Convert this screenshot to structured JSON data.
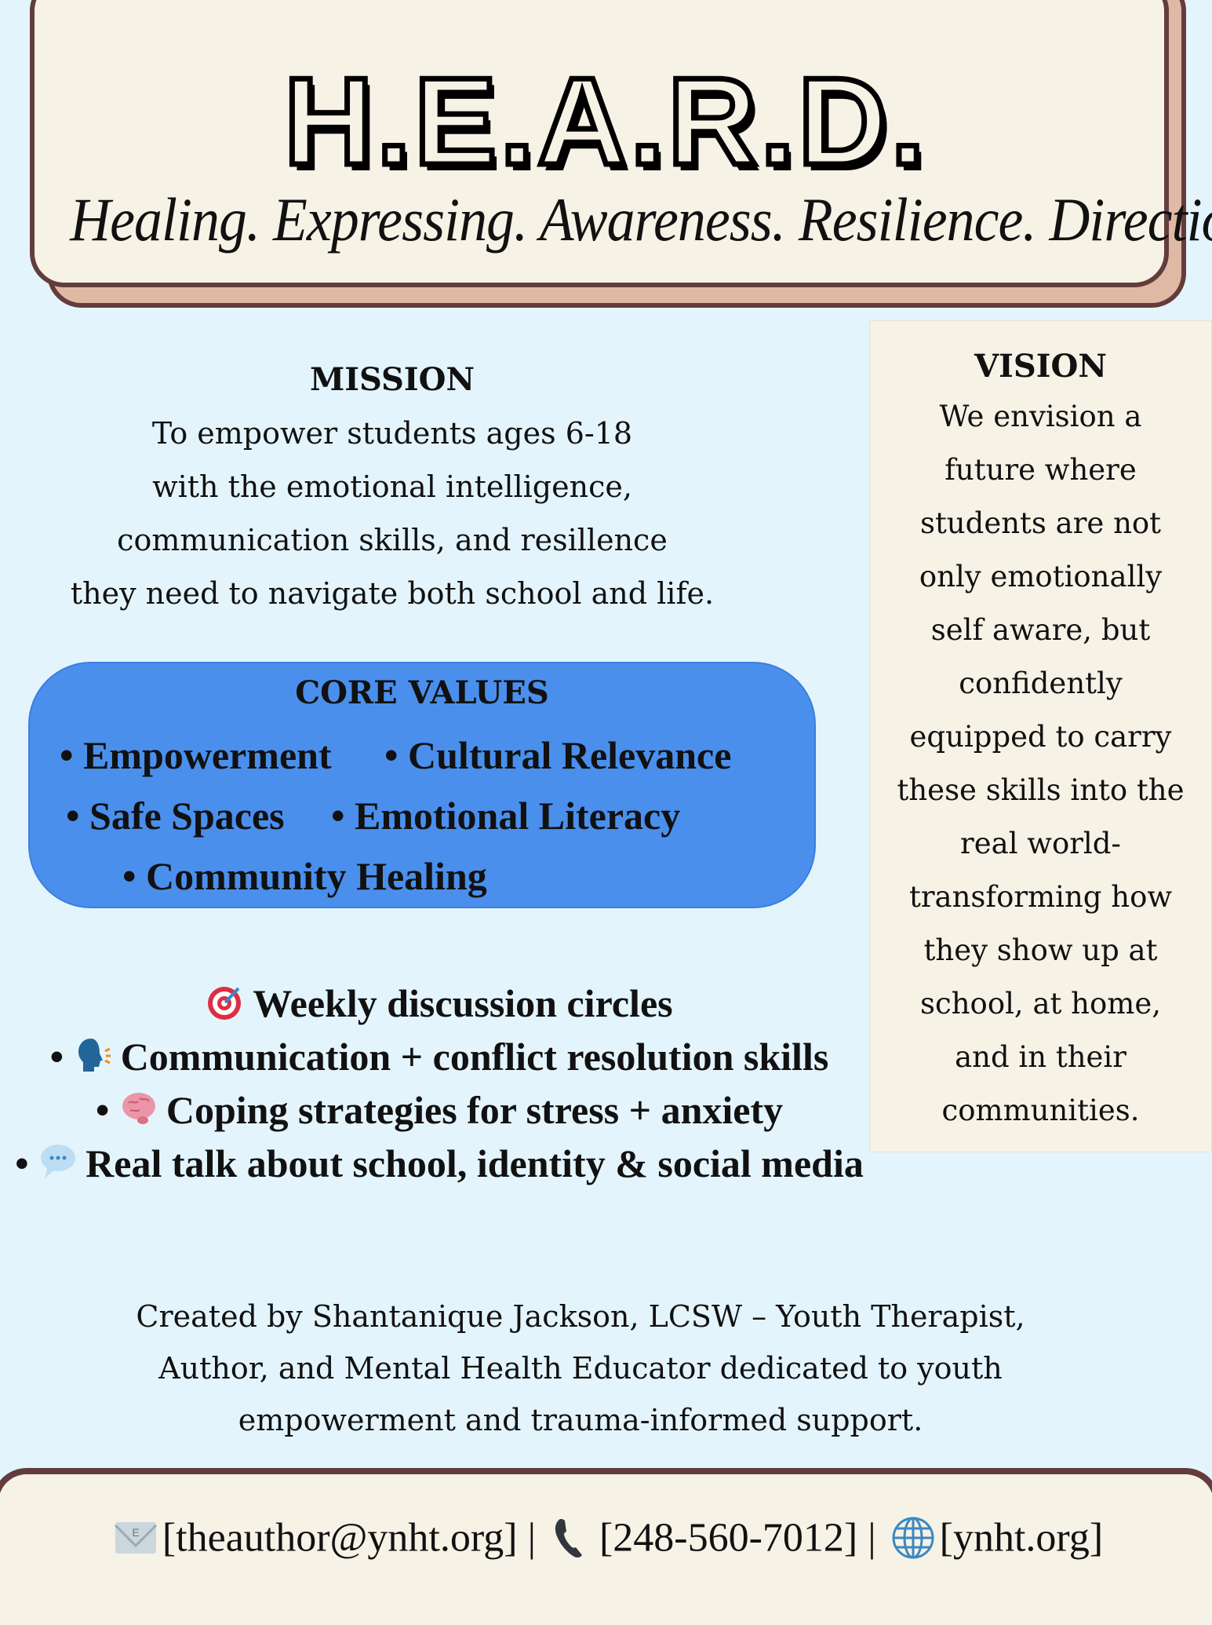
{
  "header": {
    "title": "H.E.A.R.D.",
    "tagline": "Healing. Expressing.  Awareness. Resilience. Direction."
  },
  "mission": {
    "heading": "MISSION",
    "lines": [
      "To empower students ages 6-18",
      "with the emotional intelligence,",
      "communication skills, and resillence",
      "they need to navigate both school and life."
    ]
  },
  "vision": {
    "heading": "VISION",
    "lines": [
      "We envision a",
      "future where",
      "students are not",
      "only emotionally",
      "self aware, but",
      "confidently",
      "equipped to carry",
      "these skills into the",
      "real world-",
      "transforming how",
      "they show up at",
      "school, at home,",
      "and in their",
      "communities."
    ]
  },
  "core_values": {
    "heading": "CORE VALUES",
    "items": [
      "• Empowerment",
      "• Cultural Relevance",
      "• Safe Spaces",
      "• Emotional Literacy",
      "• Community Healing"
    ],
    "color": "#4a8fec"
  },
  "activities": [
    {
      "bullet": "",
      "icon": "target-icon",
      "text": "Weekly discussion circles"
    },
    {
      "bullet": "• ",
      "icon": "speaking-head-icon",
      "text": "Communication + conflict resolution skills"
    },
    {
      "bullet": "• ",
      "icon": "brain-icon",
      "text": "Coping strategies for stress + anxiety"
    },
    {
      "bullet": "• ",
      "icon": "speech-bubble-icon",
      "text": "Real talk about school, identity & social media"
    }
  ],
  "credit": {
    "lines": [
      "Created by Shantanique Jackson, LCSW – Youth Therapist,",
      "Author, and Mental Health Educator dedicated to youth",
      "empowerment and trauma-informed support."
    ]
  },
  "contact": {
    "email": "[theauthor@ynht.org]",
    "phone": "[248-560-7012]",
    "website": "[ynht.org]",
    "separator": "|"
  },
  "colors": {
    "background": "#e4f4fc",
    "cream": "#f6f2e6",
    "border": "#633c3c",
    "shadow": "#dfb9a4"
  }
}
